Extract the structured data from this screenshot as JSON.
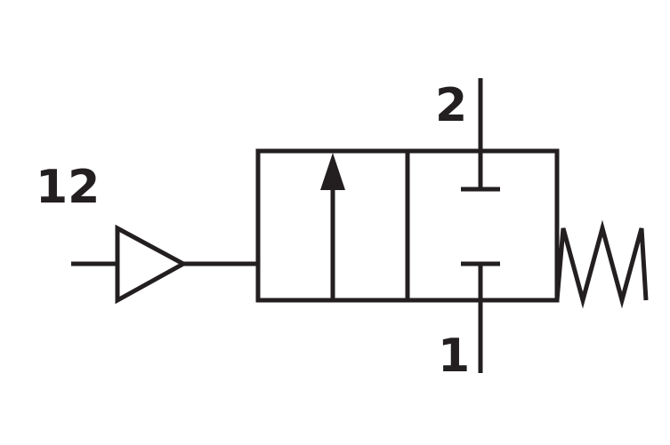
{
  "diagram": {
    "ports": {
      "pilot": "12",
      "outlet": "2",
      "inlet": "1"
    },
    "colors": {
      "line": "#231f20",
      "background": "#ffffff"
    },
    "icons": {
      "pilot_actuator": "pneumatic-pilot-triangle-icon",
      "spring_return": "spring-icon",
      "flow_arrow": "arrow-up-icon"
    }
  }
}
